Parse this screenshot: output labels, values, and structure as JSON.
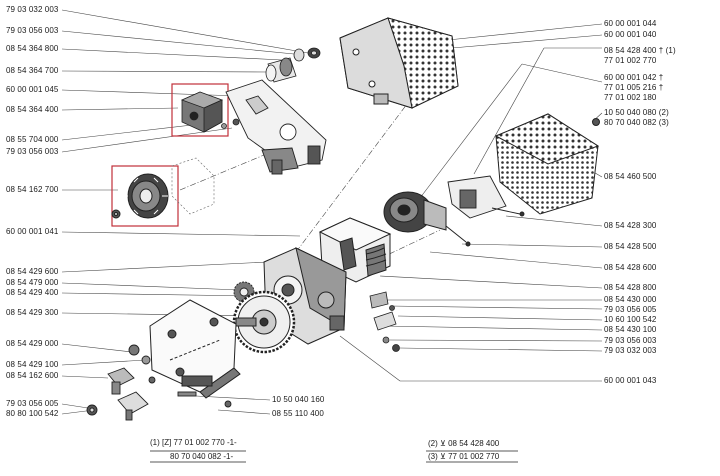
{
  "left_labels": [
    {
      "name": "label-79-03-032-003",
      "text": "79 03 032 003"
    },
    {
      "name": "label-79-03-056-003-a",
      "text": "79 03 056 003"
    },
    {
      "name": "label-08-54-364-800",
      "text": "08 54 364 800"
    },
    {
      "name": "label-08-54-364-700",
      "text": "08 54 364 700"
    },
    {
      "name": "label-60-00-001-045",
      "text": "60 00 001 045"
    },
    {
      "name": "label-08-54-364-400",
      "text": "08 54 364 400"
    },
    {
      "name": "label-08-55-704-000",
      "text": "08 55 704 000"
    },
    {
      "name": "label-79-03-056-003-b",
      "text": "79 03 056 003"
    },
    {
      "name": "label-08-54-162-700",
      "text": "08 54 162 700"
    },
    {
      "name": "label-60-00-001-041",
      "text": "60 00 001 041"
    },
    {
      "name": "label-08-54-429-600",
      "text": "08 54 429 600"
    },
    {
      "name": "label-08-54-479-000",
      "text": "08 54 479 000"
    },
    {
      "name": "label-08-54-429-400",
      "text": "08 54 429 400"
    },
    {
      "name": "label-08-54-429-300",
      "text": "08 54 429 300"
    },
    {
      "name": "label-08-54-429-000",
      "text": "08 54 429 000"
    },
    {
      "name": "label-08-54-429-100",
      "text": "08 54 429 100"
    },
    {
      "name": "label-08-54-162-600",
      "text": "08 54 162 600"
    },
    {
      "name": "label-79-03-056-005-a",
      "text": "79 03 056 005"
    },
    {
      "name": "label-80-80-100-542",
      "text": "80 80 100 542"
    }
  ],
  "right_labels": [
    {
      "name": "label-60-00-001-044",
      "text": "60 00 001 044"
    },
    {
      "name": "label-60-00-001-040",
      "text": "60 00 001 040"
    },
    {
      "name": "label-08-54-428-400",
      "text": "08 54 428 400 † (1)"
    },
    {
      "name": "label-77-01-002-770",
      "text": "77 01 002 770"
    },
    {
      "name": "label-60-00-001-042",
      "text": "60 00 001 042 †"
    },
    {
      "name": "label-77-01-005-216",
      "text": "77 01 005 216 †"
    },
    {
      "name": "label-77-01-002-180",
      "text": "77 01 002 180"
    },
    {
      "name": "label-10-50-040-080",
      "text": "10 50 040 080 (2)"
    },
    {
      "name": "label-80-70-040-082",
      "text": "80 70 040 082 (3)"
    },
    {
      "name": "label-08-54-460-500",
      "text": "08 54 460 500"
    },
    {
      "name": "label-08-54-428-300",
      "text": "08 54 428 300"
    },
    {
      "name": "label-08-54-428-500",
      "text": "08 54 428 500"
    },
    {
      "name": "label-08-54-428-600",
      "text": "08 54 428 600"
    },
    {
      "name": "label-08-54-428-800",
      "text": "08 54 428 800"
    },
    {
      "name": "label-08-54-430-000",
      "text": "08 54 430 000"
    },
    {
      "name": "label-79-03-056-005-b",
      "text": "79 03 056 005"
    },
    {
      "name": "label-10-60-100-542",
      "text": "10 60 100 542"
    },
    {
      "name": "label-08-54-430-100",
      "text": "08 54 430 100"
    },
    {
      "name": "label-79-03-056-003-c",
      "text": "79 03 056 003"
    },
    {
      "name": "label-79-03-032-003-b",
      "text": "79 03 032 003"
    },
    {
      "name": "label-60-00-001-043",
      "text": "60 00 001 043"
    }
  ],
  "bottom_labels": [
    {
      "name": "label-10-50-040-160",
      "text": "10 50 040 160"
    },
    {
      "name": "label-08-55-110-400",
      "text": "08 55 110 400"
    }
  ],
  "footnotes": {
    "note1_line1": "(1)  [Z]  77 01 002 770 -1-",
    "note1_line2": "80 70 040 082 -1-",
    "note2": "(2)  ⊻  08 54 428 400",
    "note3": "(3)  ⊻  77 01 002 770"
  }
}
